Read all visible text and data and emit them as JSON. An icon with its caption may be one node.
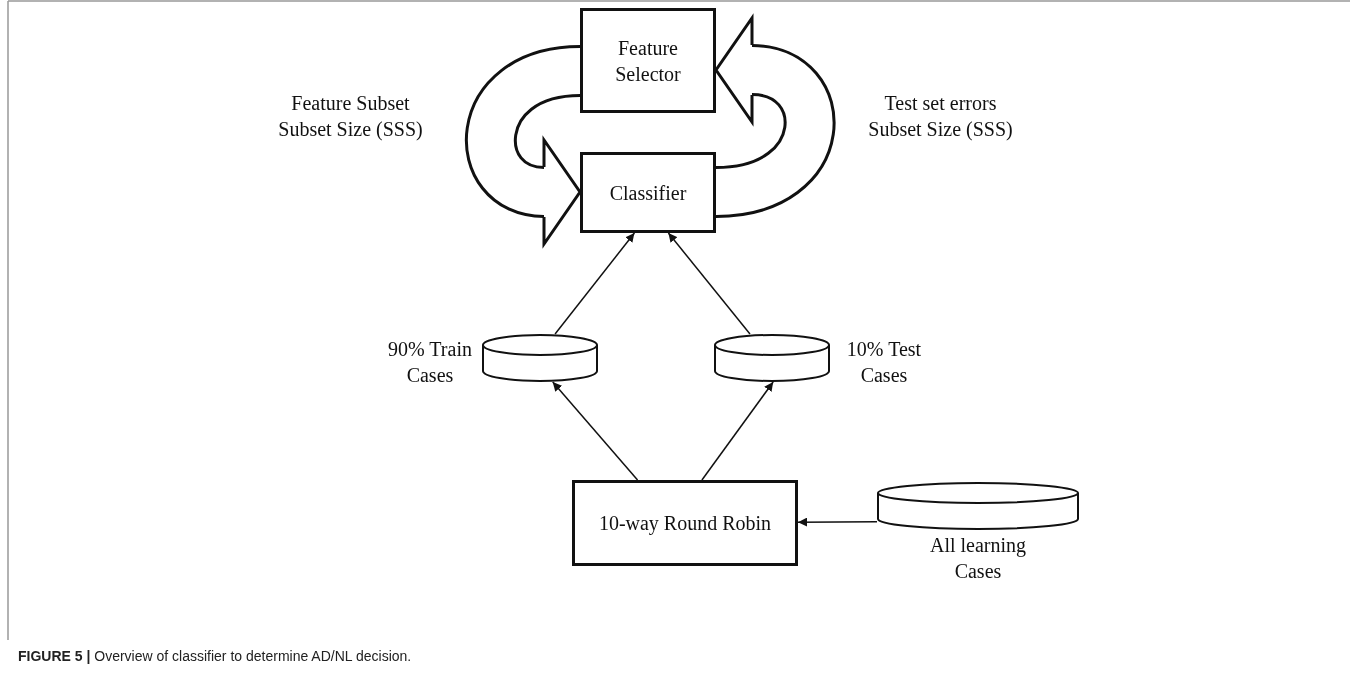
{
  "diagram": {
    "caption": "**FIGURE 5 |** Overview of classifier to determine AD/NL decision.",
    "nodes": [
      {
        "text": [
          "Feature Selector"
        ]
      },
      {
        "text": [
          "Classifier"
        ]
      },
      {
        "text": [],
        "shape": "cylinder",
        "beside": [
          "90% Train Cases"
        ]
      },
      {
        "text": [],
        "shape": "cylinder",
        "beside": [
          "10% Test Cases"
        ]
      },
      {
        "text": [
          "10-way Round Robin"
        ]
      },
      {
        "text": [],
        "shape": "cylinder",
        "beside": [
          "All learning Cases"
        ]
      }
    ],
    "edges": [
      {
        "from": 0,
        "to": 1,
        "arrow": "to",
        "style": "thick",
        "label": "Feature Subset Subset Size (SSS)"
      },
      {
        "from": 1,
        "to": 0,
        "arrow": "to",
        "style": "thick",
        "label": "Test set errors Subset Size (SSS)"
      },
      {
        "from": 2,
        "to": 1,
        "arrow": "to"
      },
      {
        "from": 3,
        "to": 1,
        "arrow": "to"
      },
      {
        "from": 4,
        "to": 2,
        "arrow": "to"
      },
      {
        "from": 4,
        "to": 3,
        "arrow": "to"
      },
      {
        "from": 5,
        "to": 4,
        "arrow": "to"
      }
    ]
  }
}
